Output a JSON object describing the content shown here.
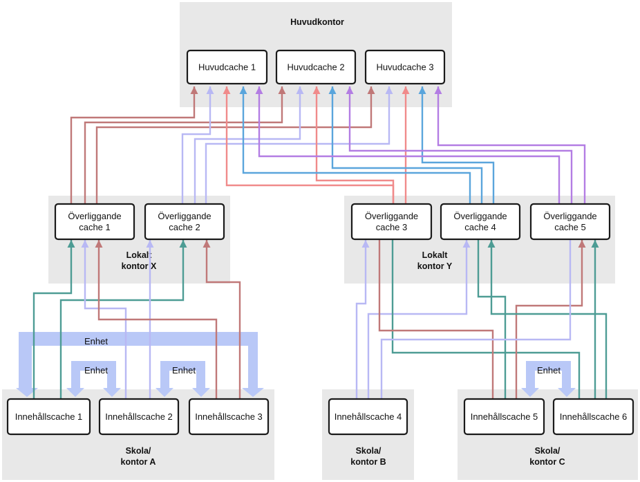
{
  "colors": {
    "red": "#c07878",
    "salmon": "#f08a8a",
    "blue": "#5aa5dc",
    "lavender": "#b8b8f4",
    "purple": "#b37de3",
    "teal": "#4d9c94",
    "enhet": "#b9c8f7"
  },
  "groups": {
    "head_office": [
      "Huvudkontor"
    ],
    "local_x": [
      "Lokalt",
      "kontor X"
    ],
    "local_y": [
      "Lokalt",
      "kontor Y"
    ],
    "school_a": [
      "Skola/",
      "kontor A"
    ],
    "school_b": [
      "Skola/",
      "kontor B"
    ],
    "school_c": [
      "Skola/",
      "kontor C"
    ]
  },
  "nodes": {
    "main1": [
      "Huvudcache 1"
    ],
    "main2": [
      "Huvudcache 2"
    ],
    "main3": [
      "Huvudcache 3"
    ],
    "parent1": [
      "Överliggande",
      "cache 1"
    ],
    "parent2": [
      "Överliggande",
      "cache 2"
    ],
    "parent3": [
      "Överliggande",
      "cache 3"
    ],
    "parent4": [
      "Överliggande",
      "cache 4"
    ],
    "parent5": [
      "Överliggande",
      "cache 5"
    ],
    "content1": [
      "Innehållscache 1"
    ],
    "content2": [
      "Innehållscache 2"
    ],
    "content3": [
      "Innehållscache 3"
    ],
    "content4": [
      "Innehållscache 4"
    ],
    "content5": [
      "Innehållscache 5"
    ],
    "content6": [
      "Innehållscache 6"
    ]
  },
  "enhet_labels": {
    "wide": "Enhet",
    "inner_left": "Enhet",
    "inner_right": "Enhet",
    "school_c": "Enhet"
  }
}
